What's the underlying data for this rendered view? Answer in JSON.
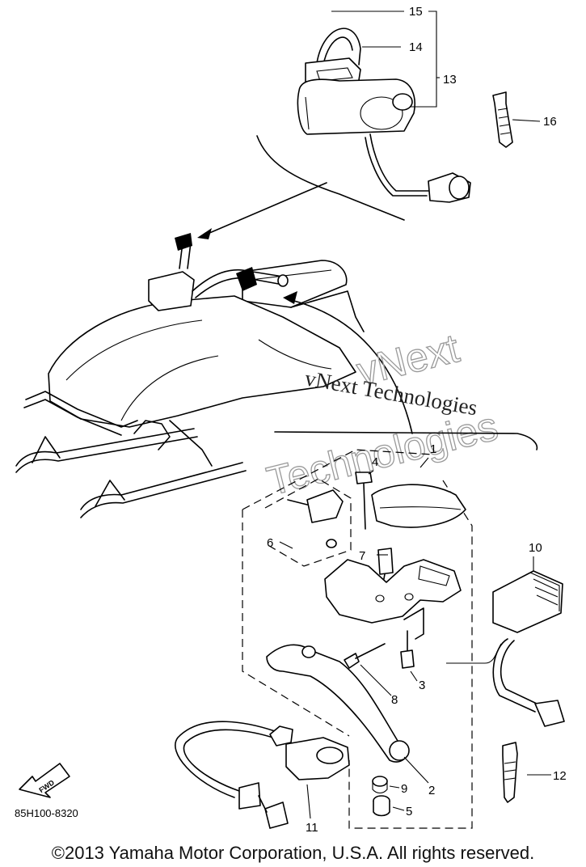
{
  "diagram": {
    "part_labels": [
      "1",
      "2",
      "3",
      "4",
      "5",
      "6",
      "7",
      "8",
      "9",
      "10",
      "11",
      "12",
      "13",
      "14",
      "15",
      "16"
    ],
    "drawing_code": "85H100-8320",
    "fwd_label": "FWD",
    "watermark_line1": "vNext Technologies",
    "watermark_line2a": "vNext",
    "watermark_line2b": "Technologies",
    "copyright": "©2013 Yamaha Motor Corporation, U.S.A. All rights reserved."
  }
}
